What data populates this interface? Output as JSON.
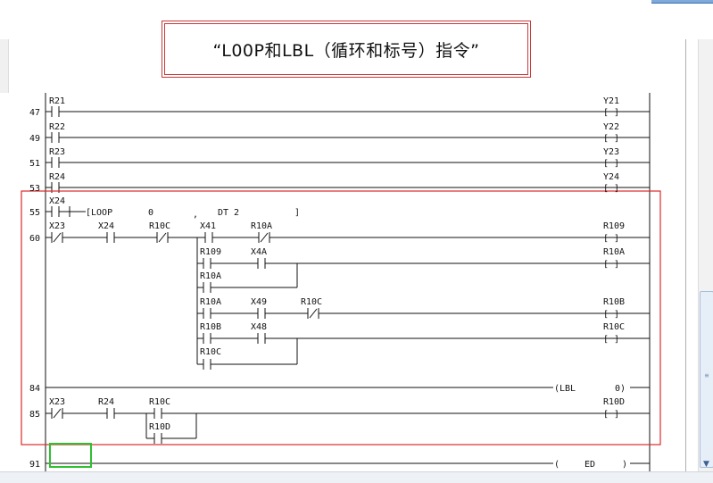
{
  "title": "“L00P和LBL（循环和标号）指令”",
  "colors": {
    "highlight_box": "#dd2a2a",
    "cursor_box": "#2fbf2f",
    "ladder": "#111111"
  },
  "rows": [
    {
      "step": "47",
      "contact": "R21",
      "coil": "Y21"
    },
    {
      "step": "49",
      "contact": "R22",
      "coil": "Y22"
    },
    {
      "step": "51",
      "contact": "R23",
      "coil": "Y23"
    },
    {
      "step": "53",
      "contact": "R24",
      "coil": "Y24"
    }
  ],
  "loop_row": {
    "step": "55",
    "contact": "X24",
    "instr": "[LOOP",
    "arg1": "0",
    "comma": ",",
    "arg2": "DT 2",
    "close": "]"
  },
  "block60": {
    "step": "60",
    "c_x23": "X23",
    "c_x24": "X24",
    "c_r10c": "R10C",
    "c_x41": "X41",
    "c_r10a": "R10A",
    "coil_r109": "R109",
    "p_r109": "R109",
    "p_x4a": "X4A",
    "coil_r10a": "R10A",
    "p_r10a": "R10A",
    "q_r10a": "R10A",
    "q_x49": "X49",
    "q_r10c": "R10C",
    "coil_r10b": "R10B",
    "q_r10b": "R10B",
    "q_x48": "X48",
    "coil_r10c": "R10C",
    "q2_r10c": "R10C"
  },
  "lbl_row": {
    "step": "84",
    "instr": "(LBL",
    "arg": "0)"
  },
  "row85": {
    "step": "85",
    "c_x23": "X23",
    "c_r24": "R24",
    "c_r10c": "R10C",
    "p_r10d": "R10D",
    "coil": "R10D"
  },
  "end_row": {
    "step": "91",
    "instr": "(",
    "arg": "ED",
    "close": ")"
  },
  "symbols": {
    "coil": "[ ]",
    "scroll_grip": "≡",
    "scroll_down": "▼"
  }
}
